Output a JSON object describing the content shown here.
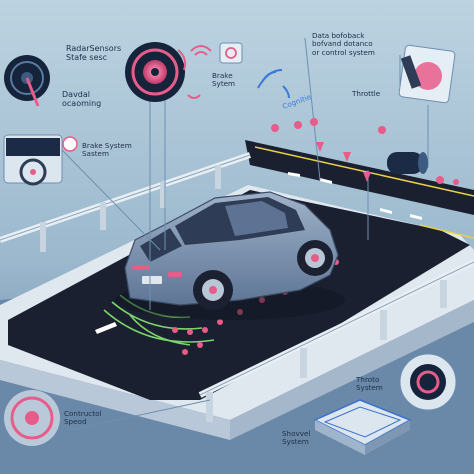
{
  "labels": {
    "radar_line1": "RadarSensors",
    "radar_line2": "Stafe sesc",
    "davdal_line1": "Davdal",
    "davdal_line2": "ocaoming",
    "brake_sys_line1": "Brake",
    "brake_sys_line2": "Sytem",
    "brake_system_line1": "Brake System",
    "brake_system_line2": "Sastem",
    "data_line1": "Data bofoback",
    "data_line2": "bofvand dotanco",
    "data_line3": "or control system",
    "throttle": "Throttle",
    "cognitie": "Cognitie",
    "throto_line1": "Throto",
    "throto_line2": "System",
    "contructol_line1": "Contructol",
    "contructol_line2": "Speod",
    "shovvel_line1": "Shovvel",
    "shovvel_line2": "System"
  },
  "colors": {
    "background_top": "#b7cfde",
    "background_bottom": "#5f7f9f",
    "road": "#1c2131",
    "car_body": "#7f95b2",
    "accent_pink": "#e85c8a",
    "sensor_green": "#7bd66a",
    "line_blue": "#6d8fb0"
  },
  "icons": [
    "radar-gauge-icon",
    "brake-disc-icon",
    "steering-wheel-icon",
    "throttle-pedal-icon",
    "wifi-signal-icon",
    "speed-gauge-icon",
    "shovel-vehicle-icon",
    "location-pin-icon"
  ]
}
